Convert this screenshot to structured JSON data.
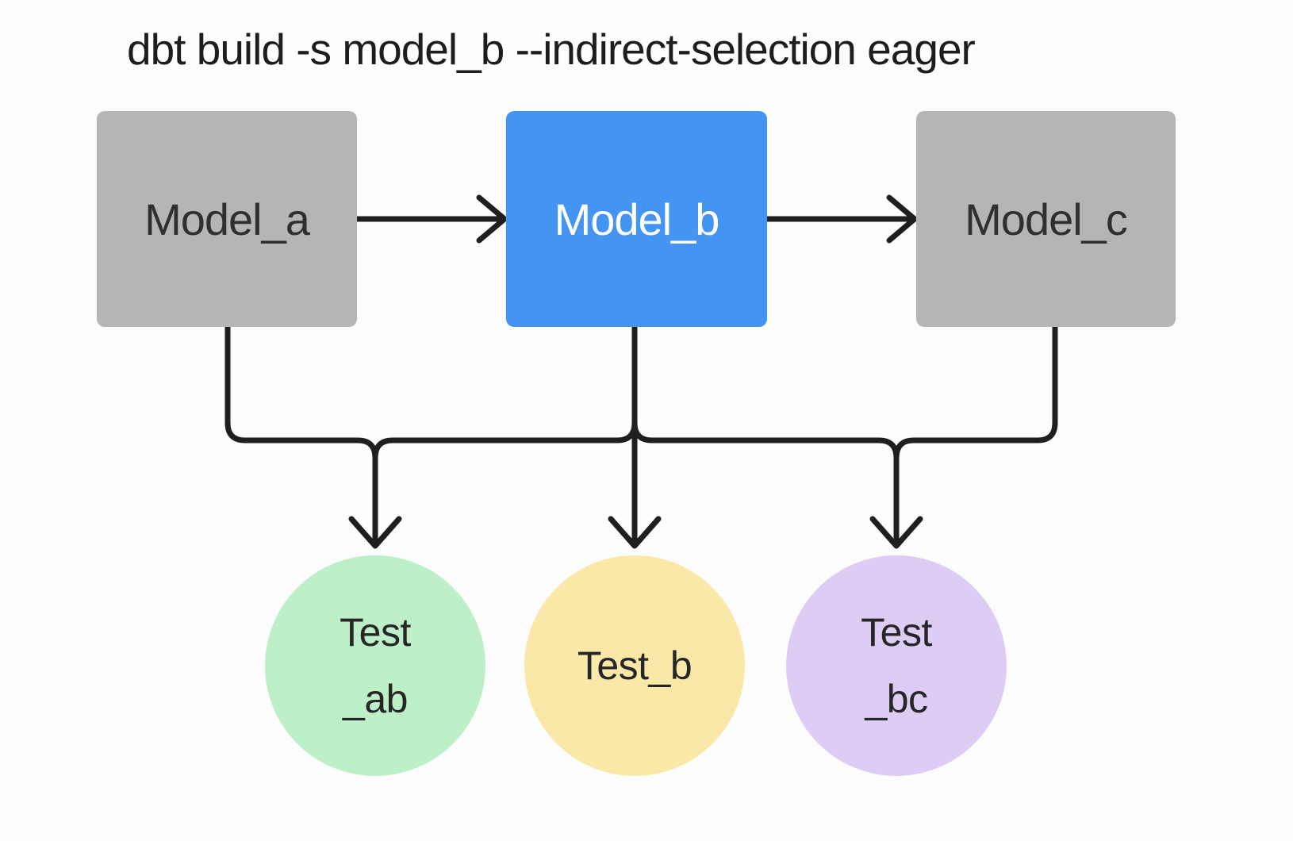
{
  "title": "dbt build -s model_b --indirect-selection eager",
  "colors": {
    "background": "#fdfdfd",
    "edge": "#1f1f1f",
    "title_text": "#1d1d1f",
    "model_default": "#b5b5b5",
    "model_selected": "#4495f1"
  },
  "nodes": {
    "model_a": {
      "label": "Model_a",
      "kind": "model",
      "selected": false,
      "color": "#b5b5b5",
      "text_color": "#2f2f2f"
    },
    "model_b": {
      "label": "Model_b",
      "kind": "model",
      "selected": true,
      "color": "#4495f1",
      "text_color": "#ffffff"
    },
    "model_c": {
      "label": "Model_c",
      "kind": "model",
      "selected": false,
      "color": "#b5b5b5",
      "text_color": "#2f2f2f"
    },
    "test_ab": {
      "label": "Test _ab",
      "lines": [
        "Test",
        "_ab"
      ],
      "kind": "test",
      "color": "#bdf0c8",
      "text_color": "#262626"
    },
    "test_b": {
      "label": "Test_b",
      "lines": [
        "Test_b"
      ],
      "kind": "test",
      "color": "#f9e8a8",
      "text_color": "#262626"
    },
    "test_bc": {
      "label": "Test _bc",
      "lines": [
        "Test",
        "_bc"
      ],
      "kind": "test",
      "color": "#ddccf4",
      "text_color": "#262626"
    }
  },
  "edges": [
    {
      "from": "model_a",
      "to": "model_b"
    },
    {
      "from": "model_b",
      "to": "model_c"
    },
    {
      "from": "model_a",
      "to": "test_ab"
    },
    {
      "from": "model_b",
      "to": "test_ab"
    },
    {
      "from": "model_b",
      "to": "test_b"
    },
    {
      "from": "model_b",
      "to": "test_bc"
    },
    {
      "from": "model_c",
      "to": "test_bc"
    }
  ]
}
